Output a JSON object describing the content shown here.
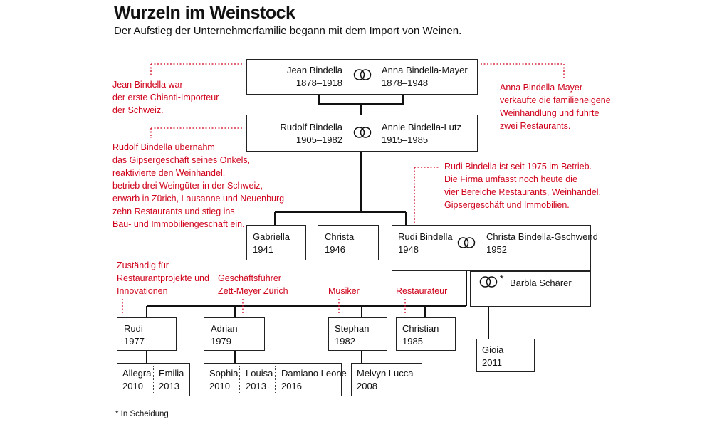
{
  "title": "Wurzeln im Weinstock",
  "subtitle": "Der Aufstieg der Unternehmerfamilie begann mit dem Import von Weinen.",
  "couples": {
    "gen1": {
      "left": {
        "name": "Jean Bindella",
        "years": "1878–1918"
      },
      "right": {
        "name": "Anna Bindella-Mayer",
        "years": "1878–1948"
      }
    },
    "gen2": {
      "left": {
        "name": "Rudolf Bindella",
        "years": "1905–1982"
      },
      "right": {
        "name": "Annie Bindella-Lutz",
        "years": "1915–1985"
      }
    },
    "gen3": {
      "left": {
        "name": "Rudi Bindella",
        "years": "1948"
      },
      "right": {
        "name": "Christa Bindella-Gschwend",
        "years": "1952"
      }
    }
  },
  "siblings": [
    {
      "name": "Gabriella",
      "years": "1941"
    },
    {
      "name": "Christa",
      "years": "1946"
    }
  ],
  "partner2": {
    "name": "Barbla Schärer",
    "marker": "*"
  },
  "children": [
    {
      "name": "Rudi",
      "years": "1977"
    },
    {
      "name": "Adrian",
      "years": "1979"
    },
    {
      "name": "Stephan",
      "years": "1982"
    },
    {
      "name": "Christian",
      "years": "1985"
    },
    {
      "name": "Gioia",
      "years": "2011"
    }
  ],
  "grandchildren": [
    {
      "name": "Allegra",
      "years": "2010"
    },
    {
      "name": "Emilia",
      "years": "2013"
    },
    {
      "name": "Sophia",
      "years": "2010"
    },
    {
      "name": "Louisa",
      "years": "2013"
    },
    {
      "name": "Damiano Leone",
      "years": "2016"
    },
    {
      "name": "Melvyn Lucca",
      "years": "2008"
    }
  ],
  "notes": {
    "jean": [
      "Jean Bindella war",
      "der erste Chianti-Importeur",
      "der Schweiz."
    ],
    "anna": [
      "Anna Bindella-Mayer",
      "verkaufte die familieneigene",
      "Weinhandlung und führte",
      "zwei Restaurants."
    ],
    "rudolf": [
      "Rudolf Bindella übernahm",
      "das Gipsergeschäft seines Onkels,",
      "reaktivierte den Weinhandel,",
      "betrieb drei Weingüter in  der Schweiz,",
      "erwarb in Zürich, Lausanne und Neuenburg",
      "zehn Restaurants und stieg ins",
      "Bau- und Immobiliengeschäft ein."
    ],
    "rudi": [
      "Rudi Bindella ist seit 1975 im Betrieb.",
      "Die Firma umfasst noch heute die",
      "vier Bereiche Restaurants, Weinhandel,",
      "Gipsergeschäft und Immobilien."
    ],
    "rudi_jr": [
      "Zuständig für",
      "Restaurantprojekte und",
      "Innovationen"
    ],
    "adrian": [
      "Geschäftsführer",
      "Zett-Meyer Zürich"
    ],
    "stephan": [
      "Musiker"
    ],
    "christian": [
      "Restaurateur"
    ]
  },
  "footnote": "* In Scheidung",
  "colors": {
    "accent": "#d0021b",
    "line": "#111111"
  }
}
